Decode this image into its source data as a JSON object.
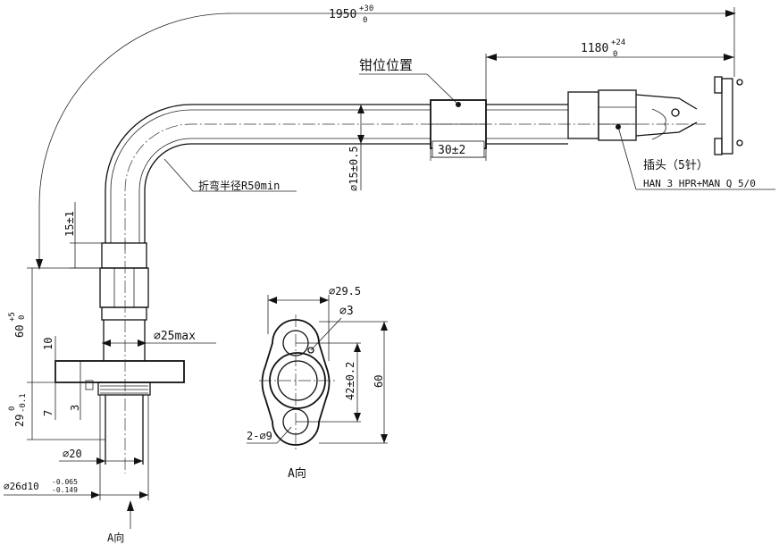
{
  "dimensions": {
    "total_length": "1950",
    "total_length_tol_upper": "+30",
    "total_length_tol_lower": "0",
    "plug_length": "1180",
    "plug_length_tol_upper": "+24",
    "plug_length_tol_lower": "0",
    "tube_diameter": "⌀15±0.5",
    "clamp_width": "30±2",
    "top_offset": "15±1",
    "flange_height": "60",
    "flange_height_tol_upper": "+5",
    "flange_height_tol_lower": "0",
    "flange_thickness": "10",
    "dim_7": "7",
    "dim_3": "3",
    "thread_length": "29",
    "thread_length_tol_upper": "0",
    "thread_length_tol_lower": "-0.1",
    "max_diameter": "⌀25max",
    "inner_diameter": "⌀20",
    "outer_diameter": "⌀26d10",
    "outer_tol_upper": "-0.065",
    "outer_tol_lower": "-0.149"
  },
  "labels": {
    "clamp_position": "钳位位置",
    "bend_radius": "折弯半径R50min",
    "plug_name": "插头（5针）",
    "plug_model": "HAN 3 HPR+MAN Q 5/0",
    "view_arrow": "A向"
  },
  "view_a": {
    "width": "⌀29.5",
    "hole_small": "⌀3",
    "center_distance": "42±0.2",
    "height": "60",
    "mount_holes": "2-⌀9",
    "title": "A向"
  }
}
